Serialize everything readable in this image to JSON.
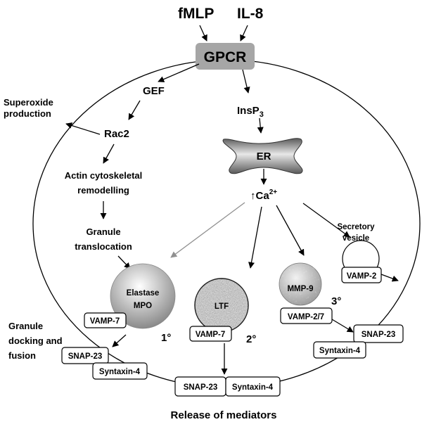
{
  "inputs": {
    "fmlp": "fMLP",
    "il8": "IL-8"
  },
  "receptor": "GPCR",
  "left_pathway": {
    "gef": "GEF",
    "superoxide": [
      "Superoxide",
      "production"
    ],
    "rac2": "Rac2",
    "actin": [
      "Actin cytoskeletal",
      "remodelling"
    ],
    "granule_translocation": [
      "Granule",
      "translocation"
    ],
    "docking": [
      "Granule",
      "docking and",
      "fusion"
    ]
  },
  "right_pathway": {
    "insp3_base": "InsP",
    "insp3_sub": "3",
    "er": "ER",
    "ca_arrow": "↑",
    "ca_base": "Ca",
    "ca_sup": "2+"
  },
  "granules": {
    "primary": {
      "contents": [
        "Elastase",
        "MPO"
      ],
      "vamp": "VAMP-7",
      "label": "1°",
      "snap": "SNAP-23",
      "syntaxin": "Syntaxin-4"
    },
    "secondary": {
      "contents": "LTF",
      "vamp": "VAMP-7",
      "label": "2°",
      "snap": "SNAP-23",
      "syntaxin": "Syntaxin-4"
    },
    "tertiary": {
      "contents": "MMP-9",
      "vamp": "VAMP-2/7",
      "label": "3°",
      "snap": "SNAP-23",
      "syntaxin": "Syntaxin-4"
    },
    "secretory": {
      "label": [
        "Secretory",
        "vesicle"
      ],
      "vamp": "VAMP-2"
    }
  },
  "footer": "Release of mediators",
  "colors": {
    "receptor_fill": "#a6a6a6",
    "line": "#000000",
    "grey_arrow": "#909090"
  }
}
